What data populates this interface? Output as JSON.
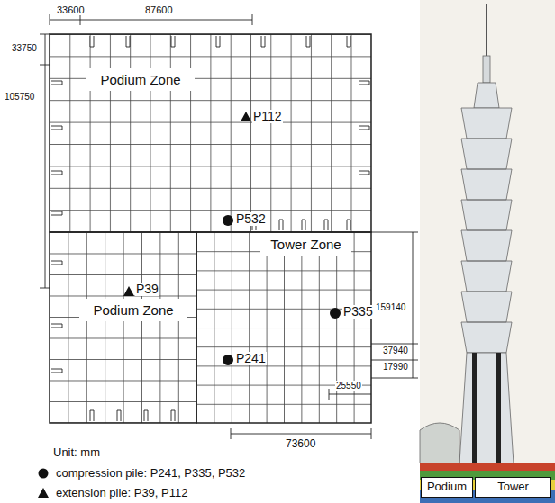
{
  "diagram": {
    "nodes": [
      {
        "text": [
          "Podium Zone"
        ]
      },
      {
        "text": [
          "Podium Zone"
        ]
      },
      {
        "text": [
          "Tower Zone"
        ]
      },
      {
        "text": [
          "Podium"
        ]
      },
      {
        "text": [
          "Tower"
        ]
      }
    ],
    "labels": [
      "33600",
      "87600",
      "33750",
      "105750",
      "P112",
      "P532",
      "P39",
      "P335",
      "159140",
      "37940",
      "17990",
      "P241",
      "25550",
      "73600",
      "Unit: mm"
    ],
    "legend": [
      {
        "text": "compression pile: P241, P335, P532"
      },
      {
        "text": "extension pile: P39, P112"
      }
    ]
  }
}
